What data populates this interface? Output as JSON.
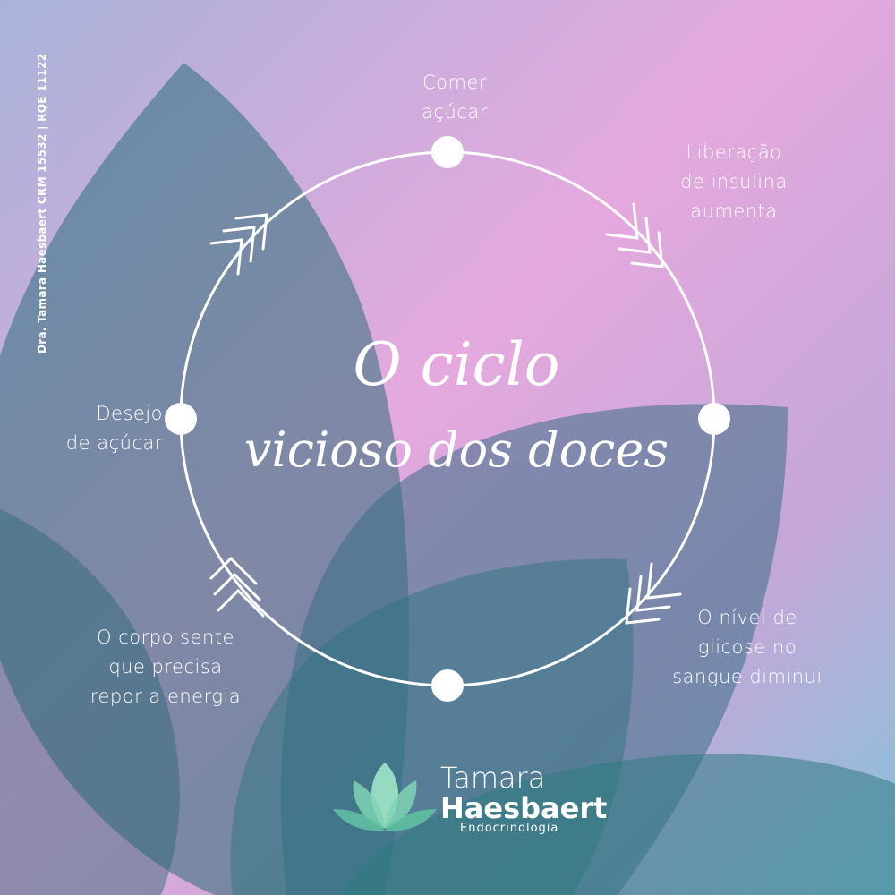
{
  "title": {
    "line1": "O ciclo",
    "line2": "vicioso dos doces"
  },
  "cycle_steps": [
    {
      "lines": [
        "Comer",
        "açúcar"
      ]
    },
    {
      "lines": [
        "Liberação",
        "de insulina",
        "aumenta"
      ]
    },
    {
      "lines": [
        "O nível de",
        "glicose no",
        "sangue diminui"
      ]
    },
    {
      "lines": [
        "O corpo sente",
        "que precisa",
        "repor a energia"
      ]
    },
    {
      "lines": [
        "Desejo",
        "de açúcar"
      ]
    }
  ],
  "credit": "Dra. Tamara Haesbaert CRM 15532 | RQE 11122",
  "logo": {
    "name_line1": "Tamara",
    "name_line2": "Haesbaert",
    "subtitle": "Endocrinologia",
    "icon": "lotus-icon"
  },
  "colors": {
    "gradient_top_left": "#9fb0d6",
    "gradient_pink": "#e6a7de",
    "gradient_bottom_right": "#86c0da",
    "leaf_teal": "#2e6d79",
    "ring": "#ffffff",
    "logo_green": "#7fd3b4"
  }
}
